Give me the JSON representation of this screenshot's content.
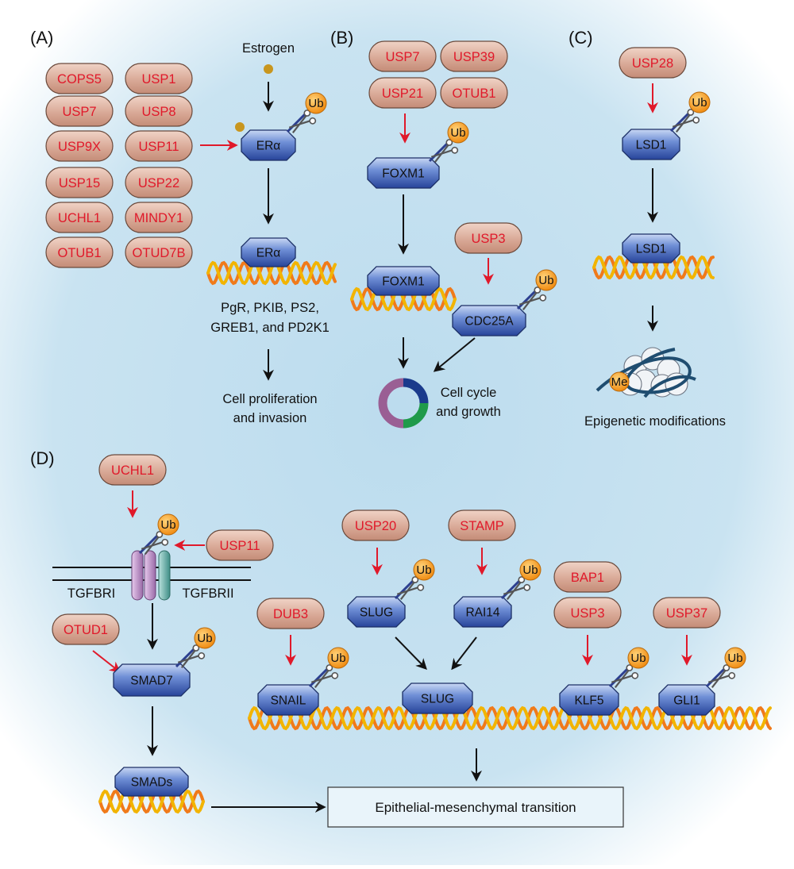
{
  "panels": {
    "A": "(A)",
    "B": "(B)",
    "C": "(C)",
    "D": "(D)"
  },
  "panel_a": {
    "dubs": [
      "COPS5",
      "USP1",
      "USP7",
      "USP8",
      "USP9X",
      "USP11",
      "USP15",
      "USP22",
      "UCHL1",
      "MINDY1",
      "OTUB1",
      "OTUD7B"
    ],
    "ligand": "Estrogen",
    "receptor": "ERα",
    "receptor_bound": "ERα",
    "targets_line1": "PgR, PKIB, PS2,",
    "targets_line2": "GREB1, and PD2K1",
    "outcome_line1": "Cell proliferation",
    "outcome_line2": "and invasion"
  },
  "panel_b": {
    "dubs": [
      "USP7",
      "USP39",
      "USP21",
      "OTUB1"
    ],
    "protein": "FOXM1",
    "protein_bound": "FOXM1",
    "dub2": "USP3",
    "protein2": "CDC25A",
    "outcome_line1": "Cell cycle",
    "outcome_line2": "and growth"
  },
  "panel_c": {
    "dub": "USP28",
    "protein": "LSD1",
    "protein_bound": "LSD1",
    "methyl": "Me",
    "outcome": "Epigenetic modifications"
  },
  "panel_d": {
    "ucl": "UCHL1",
    "usp11": "USP11",
    "receptor1": "TGFBRI",
    "receptor2": "TGFBRII",
    "otud1": "OTUD1",
    "smad7": "SMAD7",
    "smads": "SMADs",
    "usp20": "USP20",
    "stamp": "STAMP",
    "slug_top": "SLUG",
    "rai14": "RAI14",
    "dub3": "DUB3",
    "snail": "SNAIL",
    "slug_bound": "SLUG",
    "bap1": "BAP1",
    "usp3": "USP3",
    "klf5": "KLF5",
    "usp37": "USP37",
    "gli1": "GLI1",
    "outcome": "Epithelial-mesenchymal transition"
  },
  "ubiquitin": "Ub",
  "colors": {
    "background_center": "#c6e2f0",
    "background_edge": "#ffffff",
    "dub_fill": "#d9a997",
    "dub_text": "#e0192a",
    "protein_fill": "#3a5fb8",
    "ub_fill": "#f5a623",
    "arrow_red": "#e0192a",
    "arrow_black": "#111111",
    "dna_orange": "#f07a1a",
    "dna_yellow": "#f2b400",
    "cycle_blue": "#1a3a8c",
    "cycle_green": "#1f9a4a",
    "cycle_purple": "#9a5f94"
  }
}
